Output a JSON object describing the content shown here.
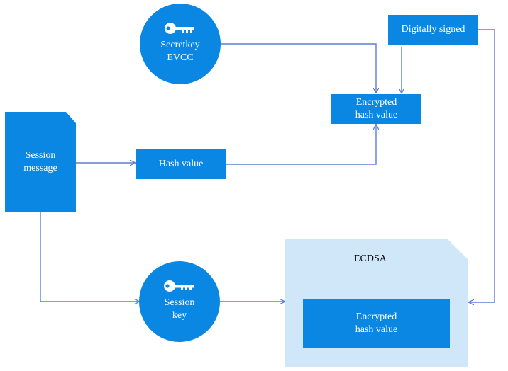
{
  "diagram": {
    "nodes": {
      "secretkey": {
        "label": "Secretkey\nEVCC",
        "icon": "key-icon"
      },
      "digitally_signed": {
        "label": "Digitally signed"
      },
      "encrypted_hash_top": {
        "label": "Encrypted\nhash value"
      },
      "session_message": {
        "label": "Session\nmessage"
      },
      "hash_value": {
        "label": "Hash value"
      },
      "session_key": {
        "label": "Session\nkey",
        "icon": "key-icon"
      },
      "ecdsa": {
        "label": "ECDSA"
      },
      "encrypted_hash_inner": {
        "label": "Encrypted\nhash value"
      }
    },
    "colors": {
      "node_fill": "#0a87e3",
      "container_fill": "#cfe7f8",
      "connector": "#5b7fd3",
      "node_text": "#ffffff",
      "container_text": "#000000"
    }
  }
}
